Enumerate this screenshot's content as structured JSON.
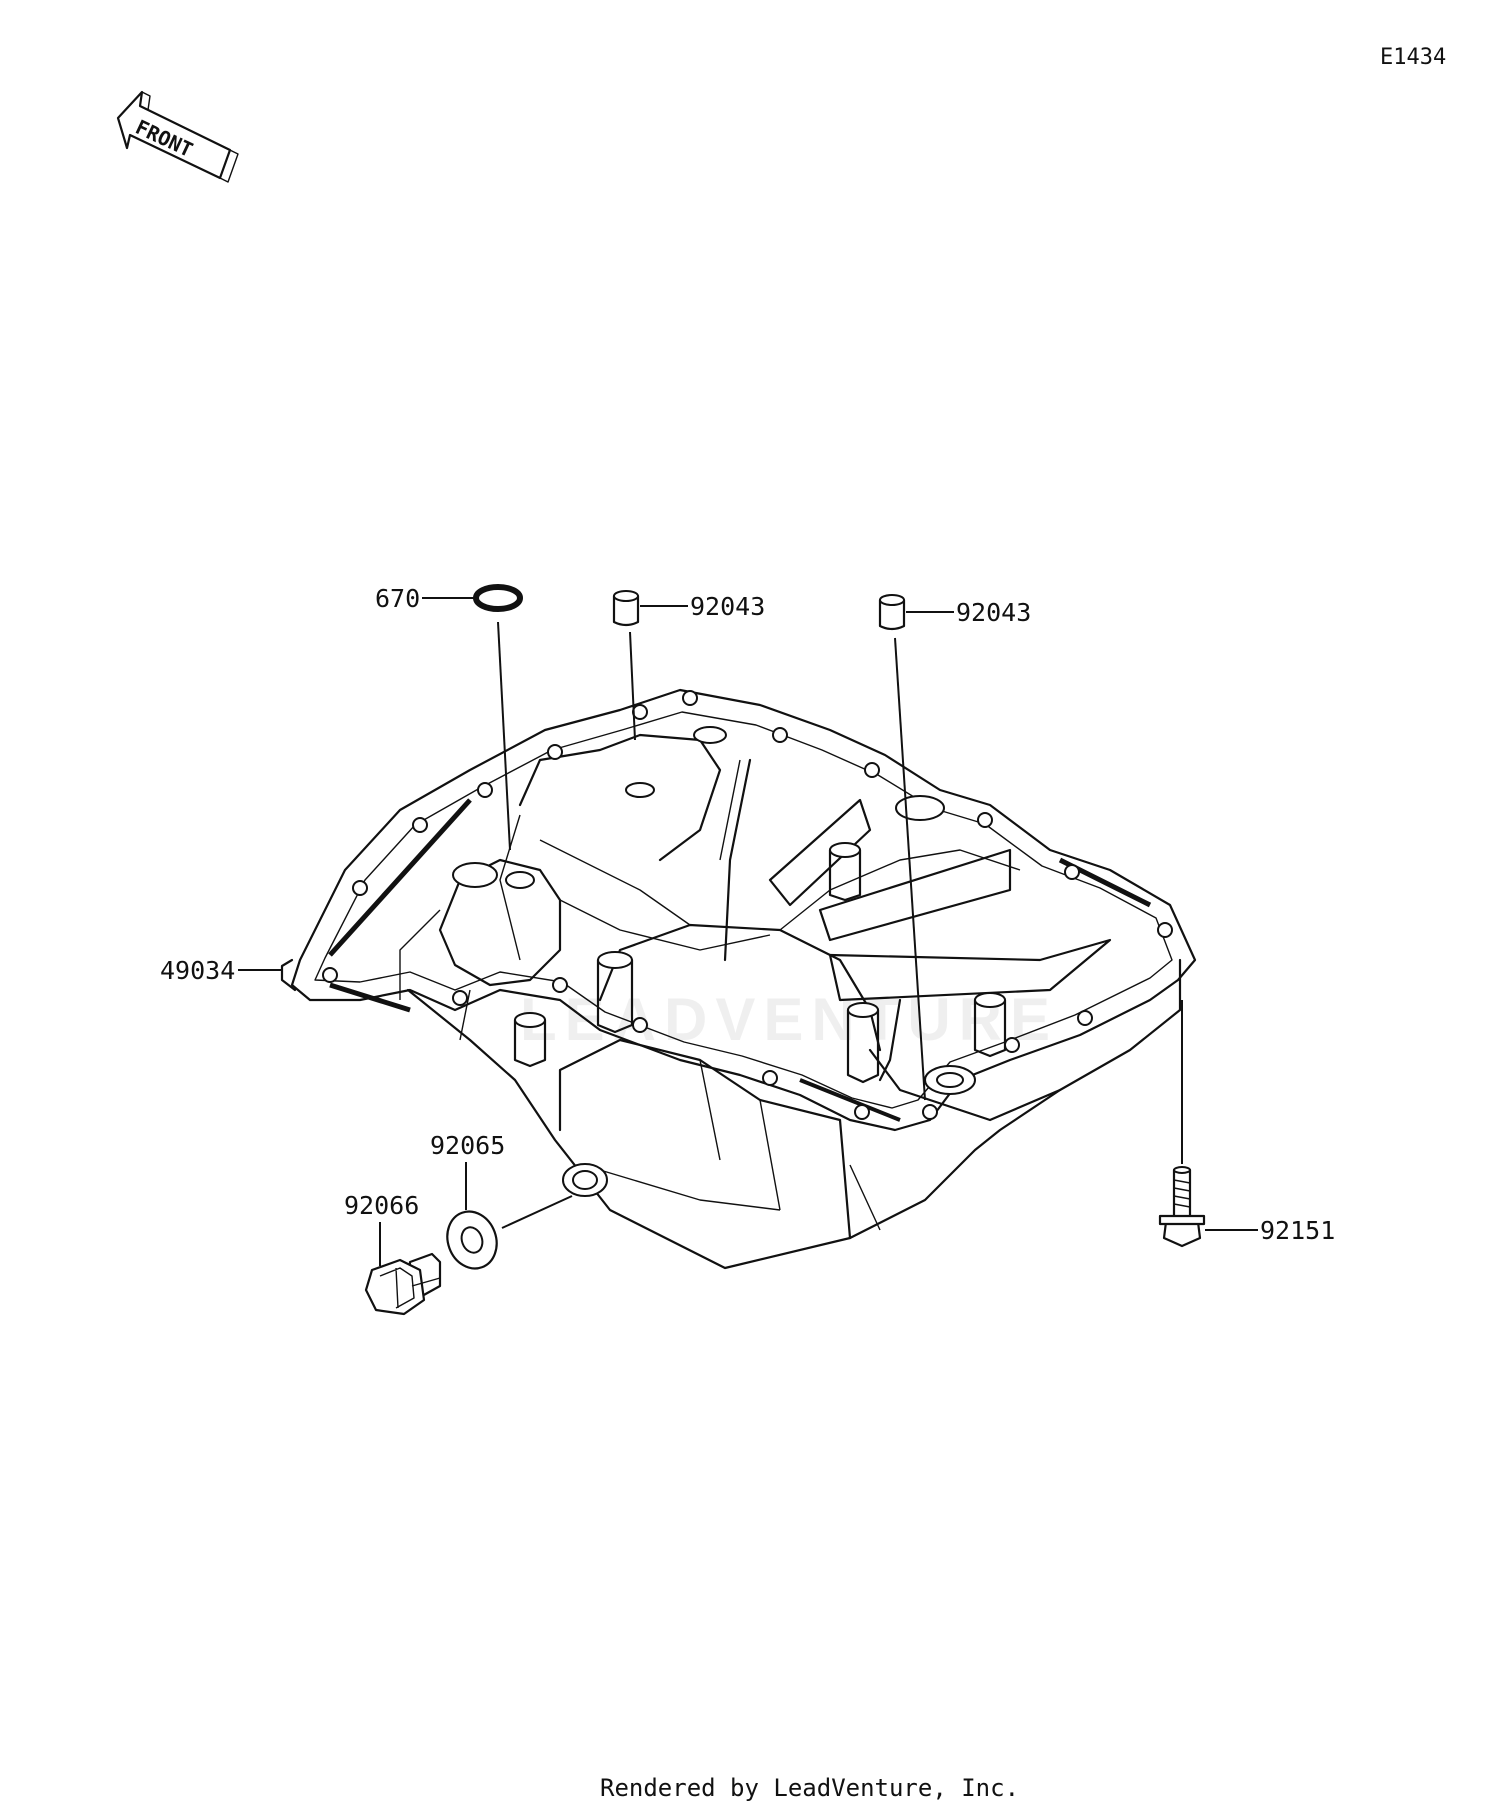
{
  "diagram_id": "E1434",
  "front_arrow": {
    "label": "FRONT"
  },
  "watermark": "LEADVENTURE",
  "callouts": [
    {
      "id": "o-ring",
      "part_number": "670"
    },
    {
      "id": "dowel-pin-left",
      "part_number": "92043"
    },
    {
      "id": "dowel-pin-right",
      "part_number": "92043"
    },
    {
      "id": "oil-pan",
      "part_number": "49034"
    },
    {
      "id": "washer",
      "part_number": "92065"
    },
    {
      "id": "drain-plug",
      "part_number": "92066"
    },
    {
      "id": "flange-bolt",
      "part_number": "92151"
    }
  ],
  "footer": "Rendered by LeadVenture, Inc."
}
